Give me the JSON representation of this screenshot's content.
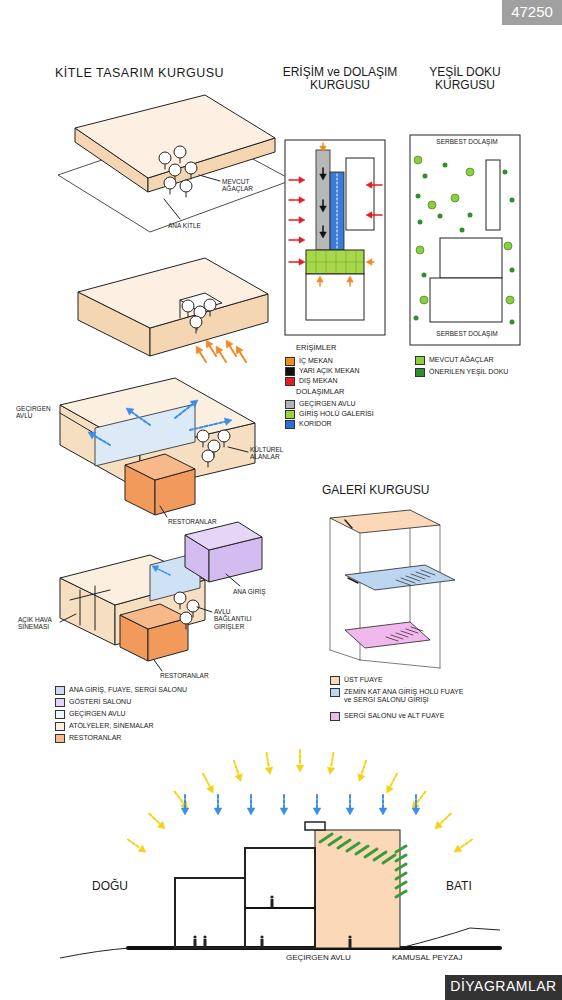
{
  "diagram": {
    "title": "DİYAGRAMLAR",
    "labels": [
      "47250",
      "KİTLE TASARIM KURGUSU",
      "ERİŞİM ve DOLAŞIM KURGUSU",
      "YEŞİL DOKU KURGUSU",
      "MEVCUT AĞAÇLAR",
      "ANA KİTLE",
      "GEÇİRGEN AVLU",
      "KÜLTÜREL ALANLAR",
      "RESTORANLAR",
      "ANA GİRİŞ",
      "AVLU BAĞLANTILI GİRİŞLER",
      "AÇIK HAVA SİNEMASI",
      "RESTORANLAR",
      "ERİŞİMLER",
      "DOLAŞIMLAR",
      "SERBEST DOLAŞIM",
      "SERBEST DOLAŞIM",
      "GALERİ KURGUSU",
      "DOĞU",
      "BATI",
      "GEÇİRGEN AVLU",
      "KAMUSAL PEYZAJ"
    ],
    "legend": [
      {
        "text": "ANA GİRİŞ, FUAYE, SERGİ SALONU",
        "color": "#c9dcf0"
      },
      {
        "text": "GÖSTERİ SALONU",
        "color": "#e3d3f5"
      },
      {
        "text": "GEÇİRGEN AVLU",
        "color": "#eef4fb"
      },
      {
        "text": "ATÖLYELER, SİNEMALAR",
        "color": "#fbf0df"
      },
      {
        "text": "RESTORANLAR",
        "color": "#f7b98a"
      },
      {
        "text": "İÇ MEKAN",
        "color": "#f08a24"
      },
      {
        "text": "YARI AÇIK MEKAN",
        "color": "#111111"
      },
      {
        "text": "DIŞ MEKAN",
        "color": "#e02020"
      },
      {
        "text": "GEÇİRGEN AVLU",
        "color": "#b4b4b4"
      },
      {
        "text": "GİRİŞ HOLÜ GALERİSİ",
        "color": "#9ed43a"
      },
      {
        "text": "KORİDOR",
        "color": "#2a6fd6"
      },
      {
        "text": "MEVCUT AĞAÇLAR",
        "color": "#8ccf3c"
      },
      {
        "text": "ÖNERİLEN YEŞİL DOKU",
        "color": "#2f8f2f"
      },
      {
        "text": "ÜST FUAYE",
        "color": "#fbd9b8"
      },
      {
        "text": "ZEMİN KAT ANA GİRİŞ HOLÜ FUAYE ve SERGİ SALONU GİRİŞİ",
        "color": "#bcd6f2"
      },
      {
        "text": "SERGİ SALONU ve ALT FUAYE",
        "color": "#f0b8ec"
      }
    ]
  }
}
